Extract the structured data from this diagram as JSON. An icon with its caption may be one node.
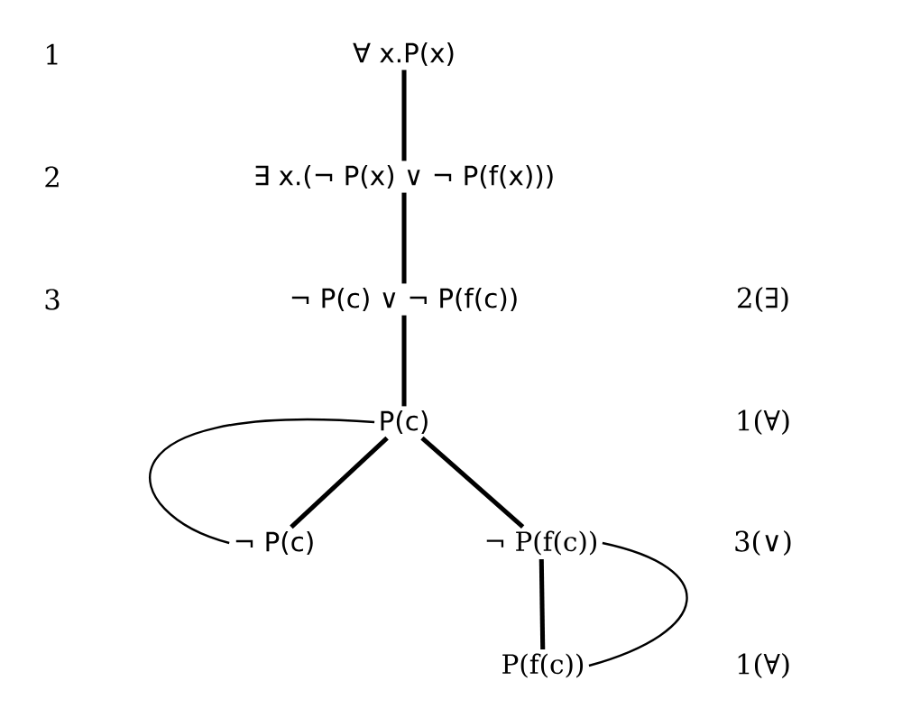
{
  "diagram": {
    "nodes": [
      {
        "text": [
          "∀ x.P(x)"
        ]
      },
      {
        "text": [
          "∃ x.(¬ P(x) ∨ ¬ P(f(x)))"
        ]
      },
      {
        "text": [
          "¬ P(c) ∨ ¬ P(f(c))"
        ]
      },
      {
        "text": [
          "P(c)"
        ]
      },
      {
        "text": [
          "¬ P(c)"
        ]
      },
      {
        "text": [
          "¬ P(f(c))"
        ]
      },
      {
        "text": [
          "P(f(c))"
        ]
      }
    ],
    "edges": [
      {
        "from": 0,
        "to": 1,
        "arrow": "none"
      },
      {
        "from": 1,
        "to": 2,
        "arrow": "none"
      },
      {
        "from": 2,
        "to": 3,
        "arrow": "none"
      },
      {
        "from": 3,
        "to": 4,
        "arrow": "none"
      },
      {
        "from": 3,
        "to": 5,
        "arrow": "none"
      },
      {
        "from": 5,
        "to": 6,
        "arrow": "none"
      },
      {
        "from": 3,
        "to": 4,
        "arrow": "none"
      },
      {
        "from": 5,
        "to": 6,
        "arrow": "none"
      }
    ],
    "labels": [
      "1",
      "2",
      "3",
      "2(∃)",
      "1(∀)",
      "3(∨)",
      "1(∀)"
    ]
  }
}
